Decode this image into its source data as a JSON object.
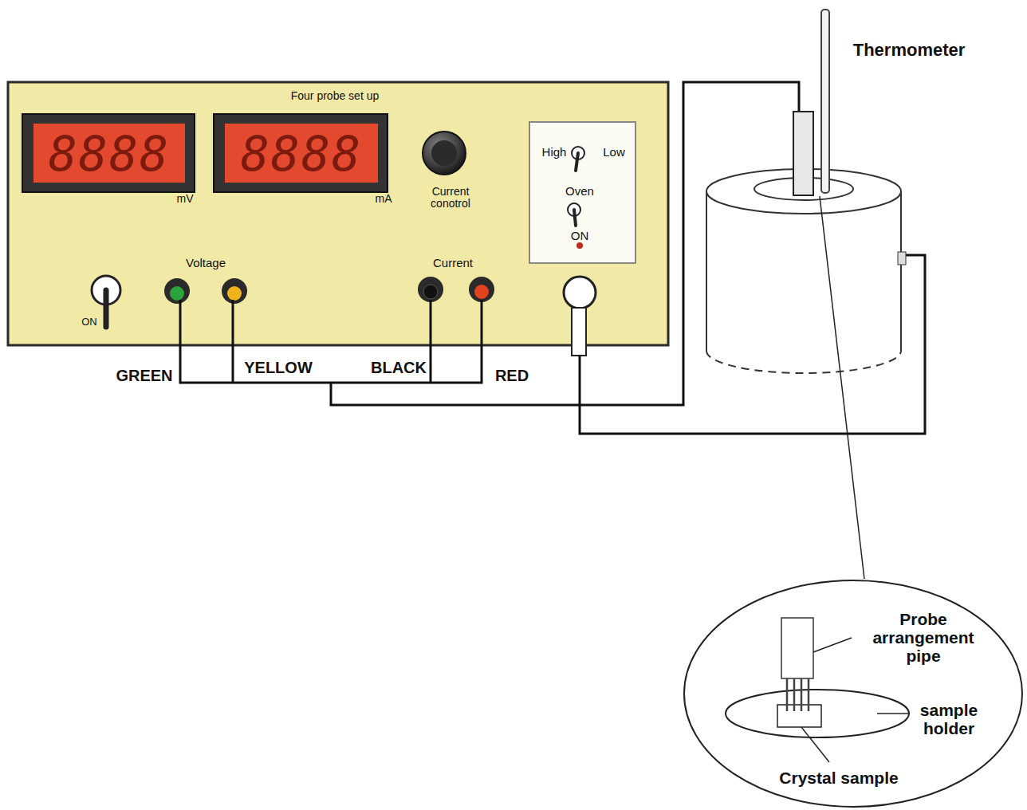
{
  "diagram": {
    "nodes": [
      {
        "text": [
          "Four probe set up"
        ]
      },
      {
        "text": [
          "8888"
        ],
        "in": 0
      },
      {
        "text": [
          "8888"
        ],
        "in": 0
      },
      {
        "text": [
          "High",
          "Low",
          "Oven",
          "ON"
        ],
        "in": 0
      },
      {
        "text": [
          "Probe arrangement pipe",
          "sample holder",
          "Crystal sample"
        ]
      }
    ],
    "labels": [
      "mV",
      "mA",
      "Current conotrol",
      "Voltage",
      "Current",
      "ON",
      "GREEN",
      "YELLOW",
      "BLACK",
      "RED",
      "Thermometer"
    ]
  }
}
